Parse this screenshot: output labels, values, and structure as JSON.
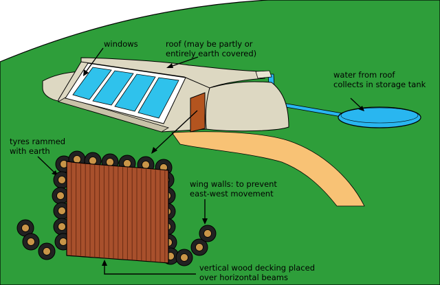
{
  "labels": {
    "windows": [
      "windows"
    ],
    "roof": [
      "roof (may be partly or",
      "entirely earth covered)"
    ],
    "water": [
      "water from roof",
      "collects in storage tank"
    ],
    "tyres": [
      "tyres rammed",
      "with earth"
    ],
    "wing_walls": [
      "wing walls: to prevent",
      "east-west movement"
    ],
    "decking": [
      "vertical wood decking placed",
      "over horizontal beams"
    ]
  },
  "colors": {
    "grass": "#2e9e3a",
    "building": "#ddd8c2",
    "glass": "#2fc2ec",
    "door": "#b3541f",
    "wood": "#a8502c",
    "path": "#f8c275",
    "water": "#29b6f0",
    "tyre": "#222222",
    "tyre_fill": "#c99548"
  }
}
